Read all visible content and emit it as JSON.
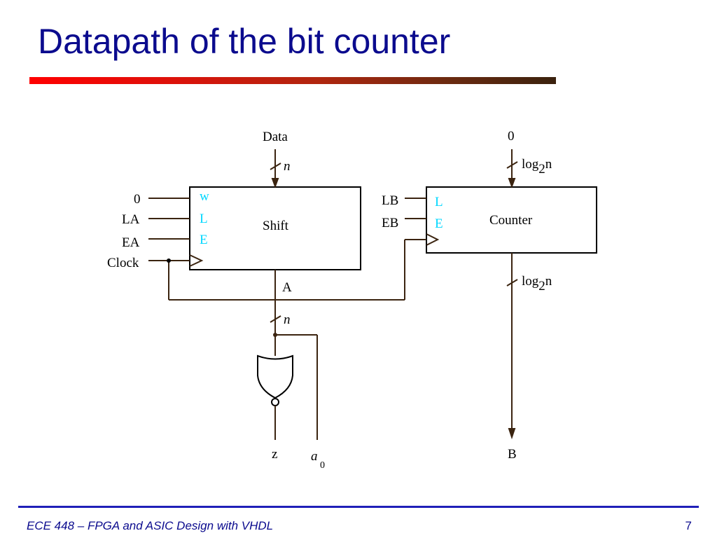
{
  "slide": {
    "title": "Datapath of the bit counter",
    "footer": "ECE 448 – FPGA and ASIC Design with VHDL",
    "page_number": "7"
  },
  "diagram": {
    "shift_register": {
      "name": "Shift",
      "ports": [
        "w",
        "L",
        "E"
      ],
      "inputs": [
        "0",
        "LA",
        "EA",
        "Clock"
      ],
      "data_in": "Data",
      "data_width": "n",
      "output": "A",
      "output_width": "n"
    },
    "counter": {
      "name": "Counter",
      "ports": [
        "L",
        "E"
      ],
      "inputs": [
        "LB",
        "EB"
      ],
      "data_in": "0",
      "width_prefix": "log",
      "width_sub": "2",
      "width_var": "n",
      "output": "B"
    },
    "nor_gate": {
      "output": "z"
    },
    "a0_output": {
      "label": "a",
      "sub": "0"
    },
    "colors": {
      "wire": "#3b2410",
      "box": "#000000",
      "control_label": "#00d7ff",
      "title": "#0b0b8e"
    }
  }
}
